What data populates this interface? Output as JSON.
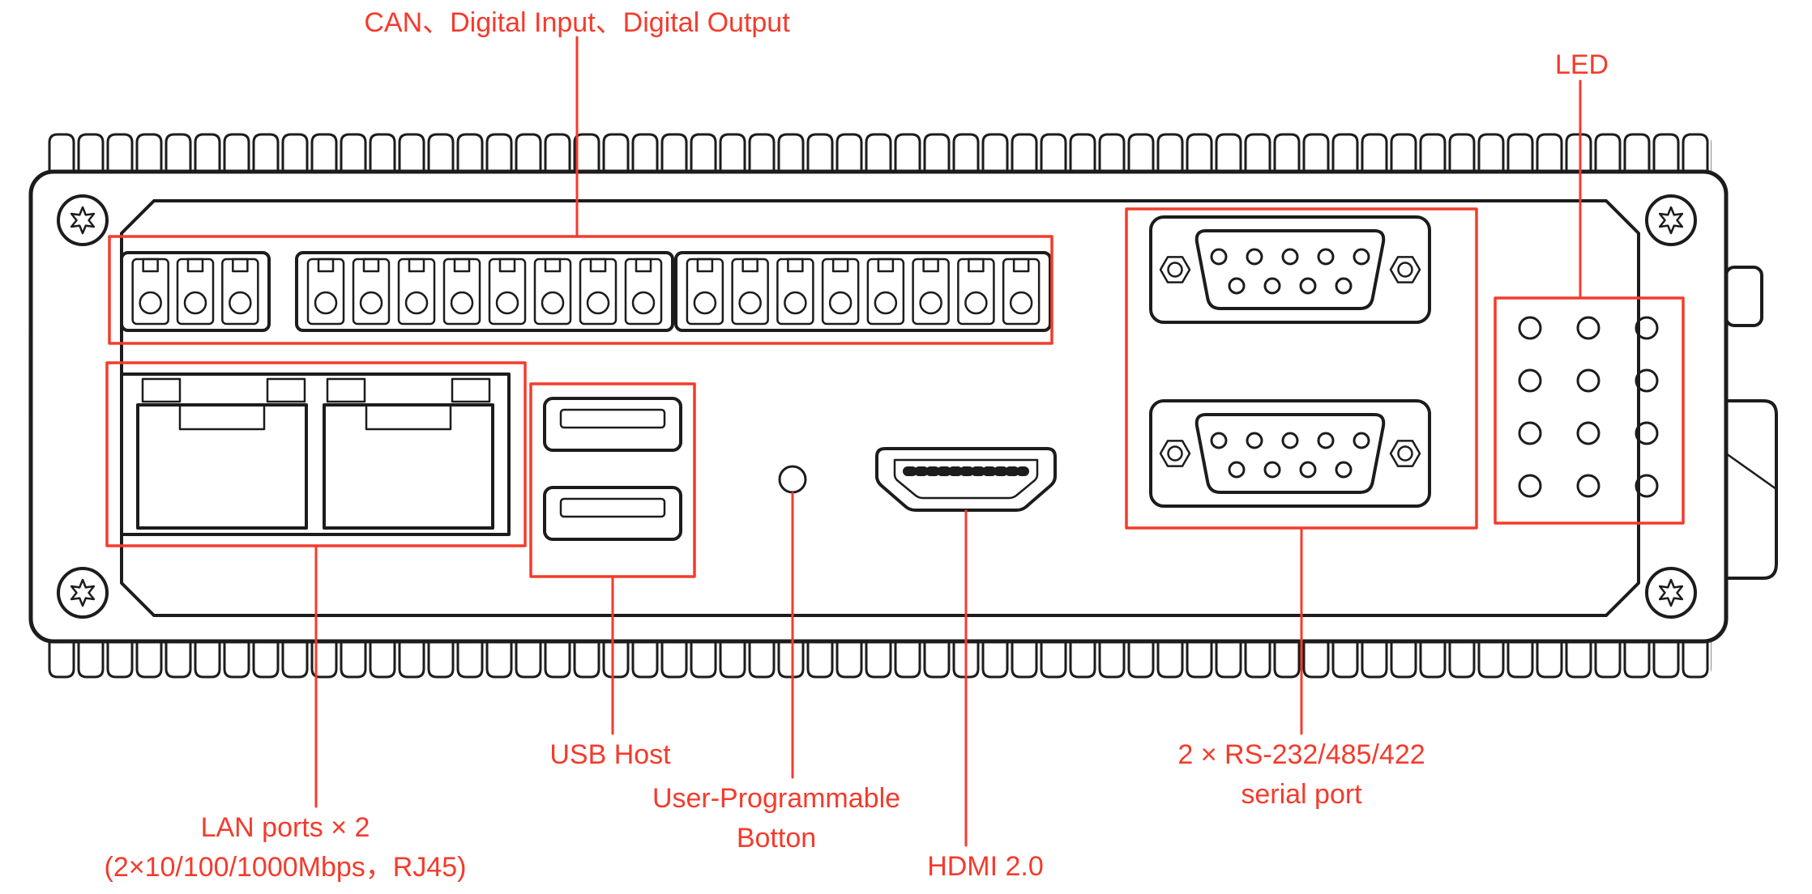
{
  "colors": {
    "annotation": "#f43b2c",
    "line": "#1c1c1c",
    "background": "#ffffff"
  },
  "labels": {
    "can": "CAN、Digital Input、Digital Output",
    "led": "LED",
    "usb_host": "USB Host",
    "user_button": [
      "User-Programmable",
      "Botton"
    ],
    "hdmi": "HDMI 2.0",
    "serial": [
      "2 × RS-232/485/422",
      "serial port"
    ],
    "lan": [
      "LAN ports × 2",
      "(2×10/100/1000Mbps，RJ45)"
    ]
  },
  "ports": {
    "terminal_blocks": [
      {
        "pins": 3
      },
      {
        "pins": 8
      },
      {
        "pins": 8
      }
    ],
    "lan_jacks": 2,
    "usb_ports": 2,
    "serial": {
      "count": 2,
      "pins_top_row": 5,
      "pins_bottom_row": 4
    },
    "led_grid": {
      "rows": 4,
      "cols": 3
    },
    "hdmi_ports": 1,
    "buttons": 1
  }
}
